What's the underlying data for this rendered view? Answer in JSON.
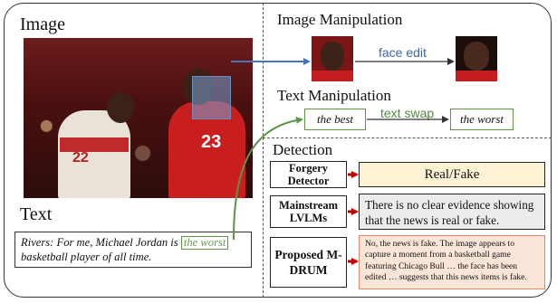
{
  "sections": {
    "image_title": "Image",
    "text_title": "Text",
    "image_manip_title": "Image Manipulation",
    "text_manip_title": "Text Manipulation",
    "detection_title": "Detection"
  },
  "image_manipulation": {
    "edge_label": "face edit"
  },
  "text_manipulation": {
    "source_phrase": "the best",
    "edge_label": "text swap",
    "target_phrase": "the worst"
  },
  "news_text": {
    "prefix": "Rivers: For me, Michael Jordan is",
    "highlight": "the worst",
    "suffix": "basketball player of all time."
  },
  "photo": {
    "left_jersey_number": "22",
    "right_jersey_number": "23"
  },
  "detection": {
    "rows": [
      {
        "model": "Forgery Detector",
        "output": "Real/Fake"
      },
      {
        "model": "Mainstream LVLMs",
        "output": "There is no clear evidence showing that the news is real or fake."
      },
      {
        "model": "Proposed M-DRUM",
        "output": "No, the news is fake. The image appears to capture a moment from a basketball game featuring Chicago Bull … the face has been edited … suggests that this news items is fake."
      }
    ]
  },
  "colors": {
    "face_edit_arrow": "#4472c4",
    "text_swap_arrow": "#5a9446",
    "detection_arrow": "#c00000",
    "real_fake_fill": "#fdf3d4",
    "lvlm_fill": "#ececec",
    "mdrum_fill": "#fbe5d8"
  }
}
